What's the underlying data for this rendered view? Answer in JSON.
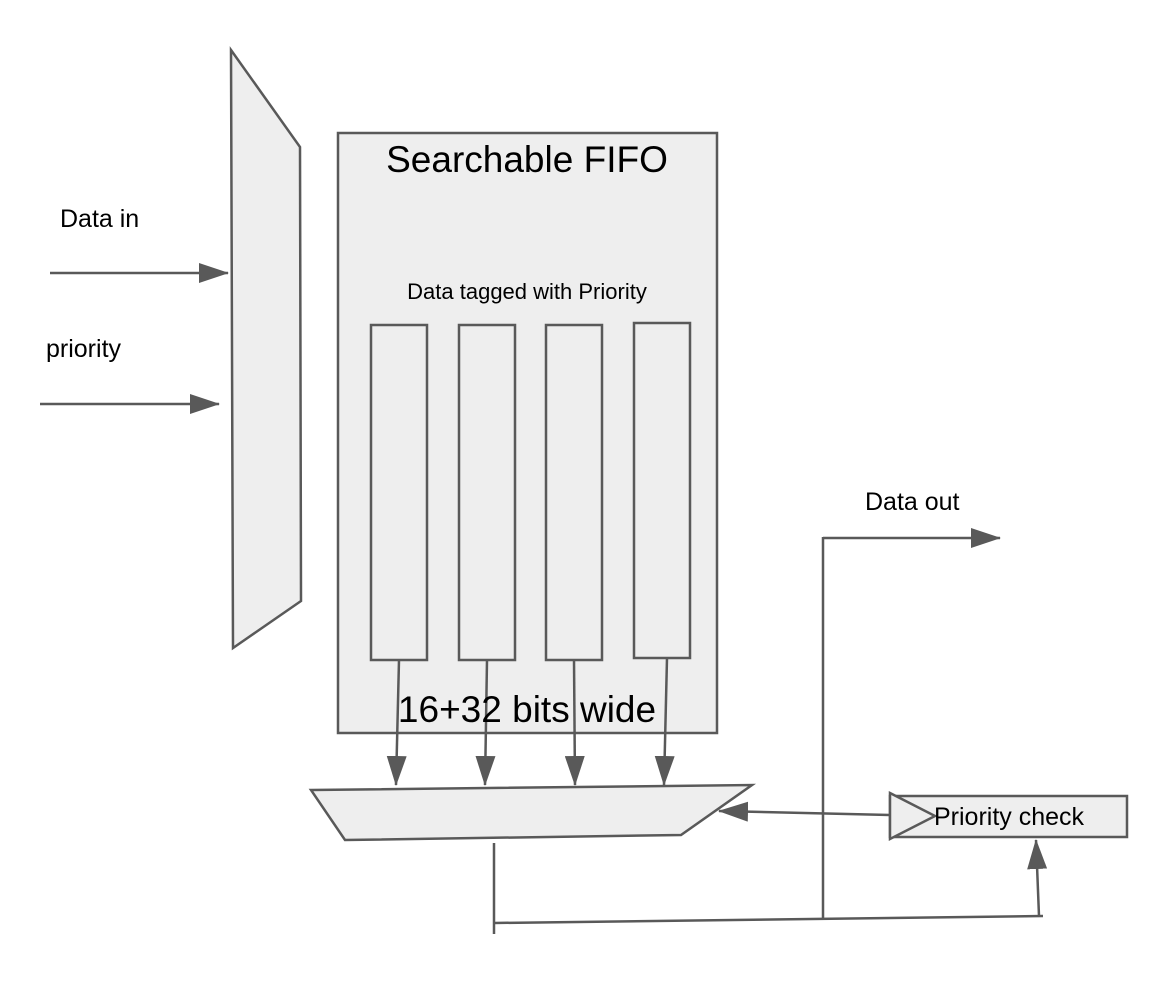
{
  "labels": {
    "data_in": "Data in",
    "priority": "priority",
    "fifo_title": "Searchable FIFO",
    "tag_caption": "Data tagged with Priority",
    "width_caption": "16+32 bits wide",
    "data_out": "Data out",
    "priority_check": "Priority check"
  },
  "colors": {
    "fill": "#eeeeee",
    "stroke": "#595959",
    "text": "#000000",
    "background": "#ffffff"
  }
}
